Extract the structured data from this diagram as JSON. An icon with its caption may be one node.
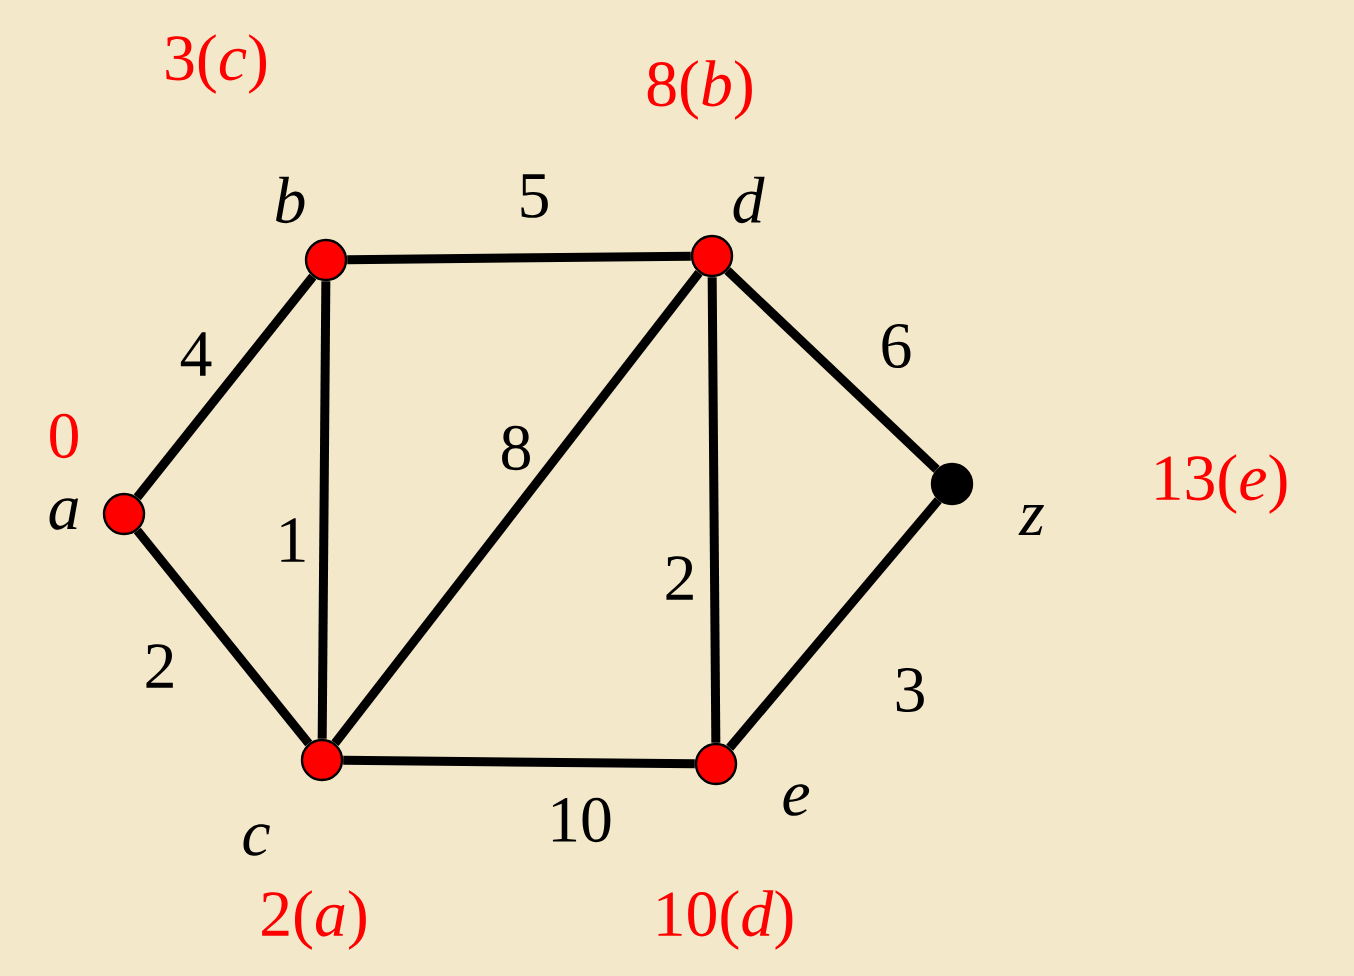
{
  "diagram": {
    "nodes": [
      {
        "text": [
          "a"
        ],
        "beside": [
          "0"
        ]
      },
      {
        "text": [
          "b"
        ],
        "beside": [
          "3(*c*)"
        ]
      },
      {
        "text": [
          "d"
        ],
        "beside": [
          "8(*b*)"
        ]
      },
      {
        "text": [
          "z"
        ],
        "beside": [
          "13(*e*)"
        ]
      },
      {
        "text": [
          "c"
        ],
        "beside": [
          "2(*a*)"
        ]
      },
      {
        "text": [
          "e"
        ],
        "beside": [
          "10(*d*)"
        ]
      }
    ],
    "edges": [
      {
        "from": 0,
        "to": 1,
        "arrow": "none",
        "label": "4"
      },
      {
        "from": 0,
        "to": 4,
        "arrow": "none",
        "label": "2"
      },
      {
        "from": 1,
        "to": 2,
        "arrow": "none",
        "label": "5"
      },
      {
        "from": 1,
        "to": 4,
        "arrow": "none",
        "label": "1"
      },
      {
        "from": 4,
        "to": 2,
        "arrow": "none",
        "label": "8"
      },
      {
        "from": 2,
        "to": 5,
        "arrow": "none",
        "label": "2"
      },
      {
        "from": 2,
        "to": 3,
        "arrow": "none",
        "label": "6"
      },
      {
        "from": 5,
        "to": 3,
        "arrow": "none",
        "label": "3"
      },
      {
        "from": 4,
        "to": 5,
        "arrow": "none",
        "label": "10"
      }
    ]
  }
}
